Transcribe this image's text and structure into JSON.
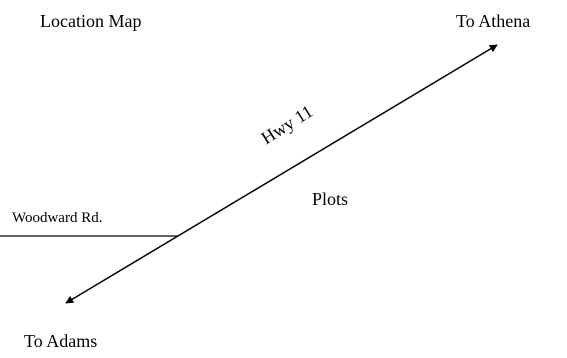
{
  "map": {
    "title": "Location Map",
    "destinations": {
      "north_east": "To Athena",
      "south_west": "To Adams"
    },
    "roads": {
      "highway": "Hwy 11",
      "side_road": "Woodward Rd."
    },
    "area_label": "Plots",
    "line_color": "#000000"
  }
}
